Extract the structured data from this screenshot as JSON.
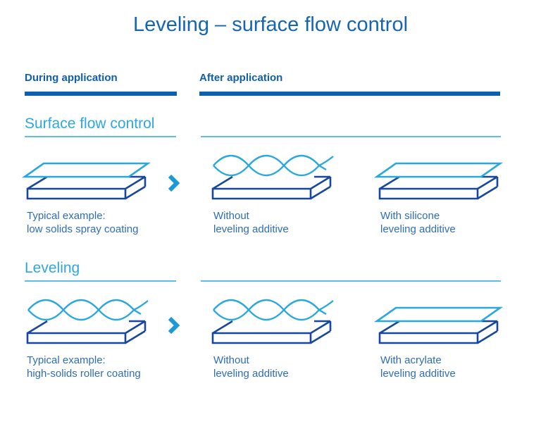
{
  "title": "Leveling – surface flow control",
  "column_headers": {
    "during": "During application",
    "after": "After application"
  },
  "sections": [
    {
      "heading": "Surface flow control",
      "during": {
        "illustration": "flat-coating-surface-icon",
        "caption_line1": "Typical example:",
        "caption_line2": "low solids spray coating"
      },
      "after": [
        {
          "illustration": "wavy-coating-surface-icon",
          "caption_line1": "Without",
          "caption_line2": "leveling additive"
        },
        {
          "illustration": "flat-coating-surface-icon",
          "caption_line1": "With silicone",
          "caption_line2": "leveling additive"
        }
      ]
    },
    {
      "heading": "Leveling",
      "during": {
        "illustration": "wavy-coating-surface-icon",
        "caption_line1": "Typical example:",
        "caption_line2": "high-solids roller coating"
      },
      "after": [
        {
          "illustration": "wavy-coating-surface-icon",
          "caption_line1": "Without",
          "caption_line2": "leveling additive"
        },
        {
          "illustration": "flat-coating-surface-icon",
          "caption_line1": "With acrylate",
          "caption_line2": "leveling additive"
        }
      ]
    }
  ],
  "icons": {
    "arrow": "chevron-right-icon",
    "flat_surface": "flat-coating-surface-icon",
    "wavy_surface": "wavy-coating-surface-icon"
  },
  "colors": {
    "background": "#ffffff",
    "title_blue": "#1565b5",
    "header_blue": "#0f5fad",
    "header_bar_blue": "#0e5fad",
    "section_heading_blue": "#2ea7e0",
    "thin_rule_blue": "#5bbde8",
    "caption_blue": "#2e6db6",
    "sheet_wave_blue": "#29a8e0",
    "slab_navy": "#17479e",
    "chevron_blue": "#1b9ad8"
  }
}
